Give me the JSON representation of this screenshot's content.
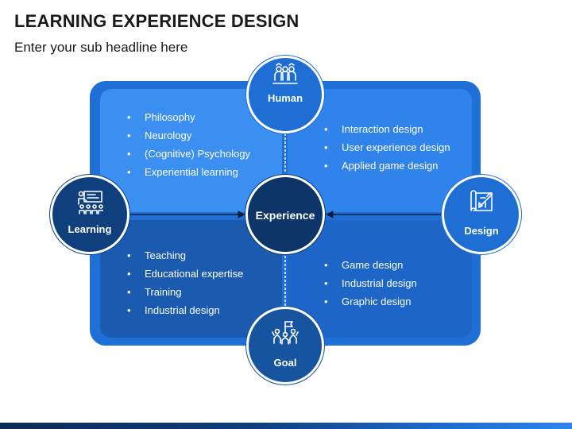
{
  "header": {
    "title": "LEARNING EXPERIENCE DESIGN",
    "subtitle": "Enter your sub headline here"
  },
  "nodes": {
    "center": {
      "label": "Experience"
    },
    "top": {
      "label": "Human",
      "icon": "people-group-icon"
    },
    "bottom": {
      "label": "Goal",
      "icon": "goal-flag-team-icon"
    },
    "left": {
      "label": "Learning",
      "icon": "classroom-presentation-icon"
    },
    "right": {
      "label": "Design",
      "icon": "design-blueprint-icon"
    }
  },
  "quadrants": {
    "top_left": [
      "Philosophy",
      "Neurology",
      "(Cognitive) Psychology",
      "Experiential learning"
    ],
    "top_right": [
      "Interaction design",
      "User experience design",
      "Applied game design"
    ],
    "bottom_left": [
      "Teaching",
      "Educational expertise",
      "Training",
      "Industrial design"
    ],
    "bottom_right": [
      "Game design",
      "Industrial design",
      "Graphic design"
    ]
  },
  "colors": {
    "frame": "#1e6fd6",
    "quadrant_top_left": "#3b8ff0",
    "quadrant_top_right": "#2f83ea",
    "quadrant_bottom_left": "#1a5bb0",
    "quadrant_bottom_right": "#1d66c8",
    "center": "#0d3567"
  }
}
